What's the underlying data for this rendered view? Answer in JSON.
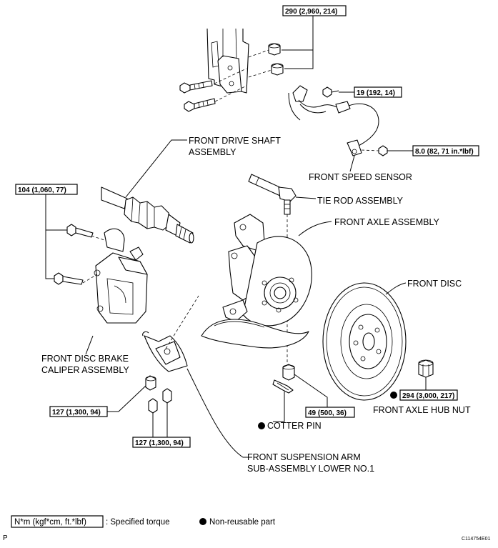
{
  "labels": {
    "front_drive_shaft_1": "FRONT DRIVE SHAFT",
    "front_drive_shaft_2": "ASSEMBLY",
    "front_speed_sensor": "FRONT SPEED SENSOR",
    "tie_rod_assembly": "TIE ROD ASSEMBLY",
    "front_axle_assembly": "FRONT AXLE ASSEMBLY",
    "front_disc": "FRONT DISC",
    "caliper_1": "FRONT DISC BRAKE",
    "caliper_2": "CALIPER ASSEMBLY",
    "cotter_pin": "COTTER PIN",
    "front_axle_hub_nut": "FRONT AXLE HUB NUT",
    "suspension_arm_1": "FRONT SUSPENSION ARM",
    "suspension_arm_2": "SUB-ASSEMBLY LOWER NO.1"
  },
  "torques": {
    "strut_bolts": "290 (2,960, 214)",
    "sensor_bracket": "19 (192, 14)",
    "speed_sensor": "8.0 (82, 71 in.*lbf)",
    "caliper_bolts": "104 (1,060, 77)",
    "arm_bolt": "127 (1,300, 94)",
    "arm_nuts": "127 (1,300, 94)",
    "tie_rod_nut": "49 (500, 36)",
    "hub_nut": "294 (3,000, 217)"
  },
  "legend": {
    "torque_unit": "N*m (kgf*cm, ft.*lbf)",
    "torque_text": ": Specified torque",
    "nonreusable_text": "Non-reusable part"
  },
  "footer": {
    "page_letter": "P",
    "figure_code": "C114754E01"
  },
  "icons": {
    "nonreusable_marker": "filled-circle-icon"
  }
}
